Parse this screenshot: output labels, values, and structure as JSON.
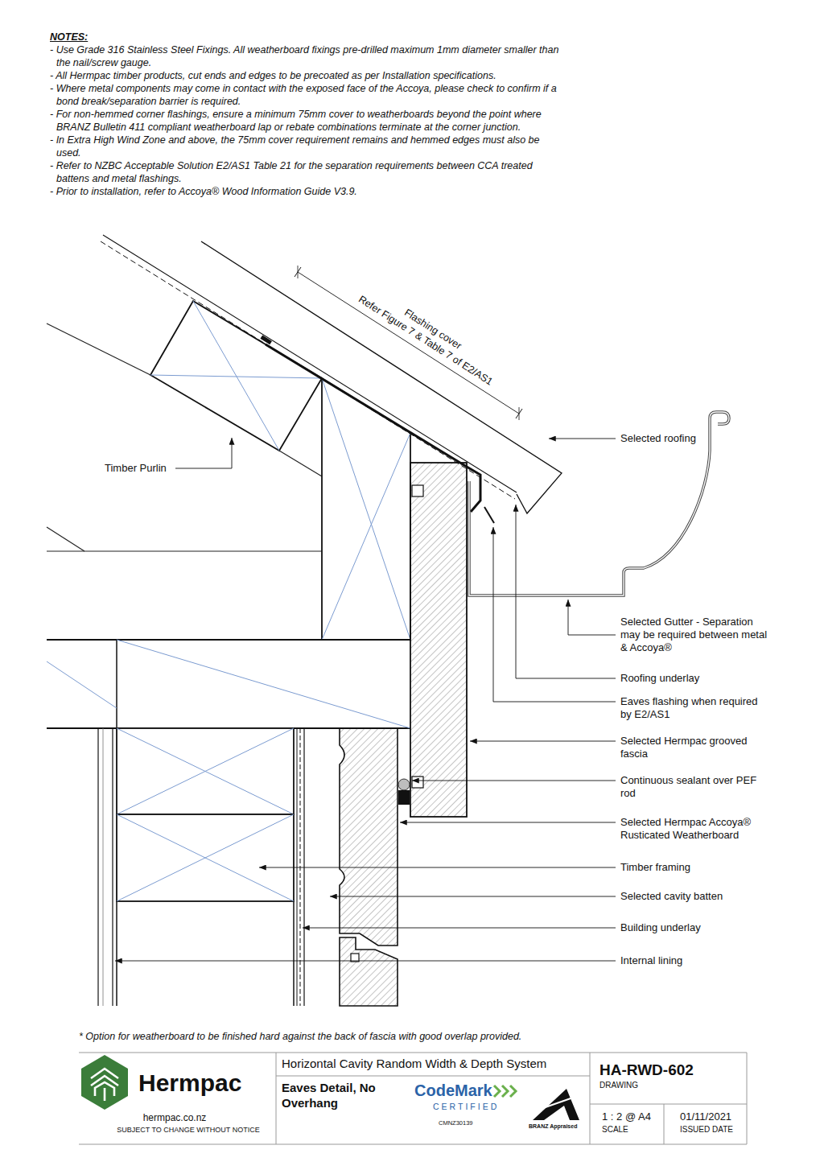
{
  "diagram": {
    "labels": [
      "NOTES:",
      "- Use Grade 316 Stainless Steel Fixings. All weatherboard fixings pre-drilled maximum 1mm diameter smaller than the nail/screw gauge.",
      "- All Hermpac timber products, cut ends and edges to be precoated as per Installation specifications.",
      "- Where metal components may come in contact with the exposed face of the Accoya, please check to confirm if a bond break/separation barrier is required.",
      "- For non-hemmed corner flashings, ensure a minimum 75mm cover to weatherboards beyond the point where BRANZ Bulletin 411 compliant weatherboard lap or rebate combinations terminate at the corner junction.",
      "- In Extra High Wind Zone and above, the 75mm cover requirement remains and hemmed edges must also be used.",
      "- Refer to NZBC Acceptable Solution E2/AS1 Table 21 for the separation requirements between CCA treated battens and metal flashings.",
      "- Prior to installation, refer to Accoya® Wood Information Guide V3.9.",
      "Flashing cover",
      "Refer Figure 7 & Table 7 of E2/AS1",
      "Timber Purlin",
      "Selected roofing",
      "Selected Gutter - Separation may be required between metal & Accoya®",
      "Roofing underlay",
      "Eaves flashing when required by E2/AS1",
      "Selected Hermpac grooved fascia",
      "Continuous sealant over PEF rod",
      "Selected Hermpac Accoya® Rusticated Weatherboard",
      "Timber framing",
      "Selected cavity batten",
      "Building underlay",
      "Internal lining",
      "* Option for weatherboard to be finished hard against the back of fascia with good overlap provided.",
      "Hermpac",
      "hermpac.co.nz",
      "SUBJECT TO CHANGE WITHOUT NOTICE",
      "Horizontal Cavity Random Width & Depth System",
      "Eaves Detail, No Overhang",
      "CodeMark",
      "CERTIFIED",
      "CMNZ30139",
      "BRANZ Appraised",
      "HA-RWD-602",
      "DRAWING",
      "1 : 2 @ A4",
      "SCALE",
      "01/11/2021",
      "ISSUED DATE"
    ]
  }
}
